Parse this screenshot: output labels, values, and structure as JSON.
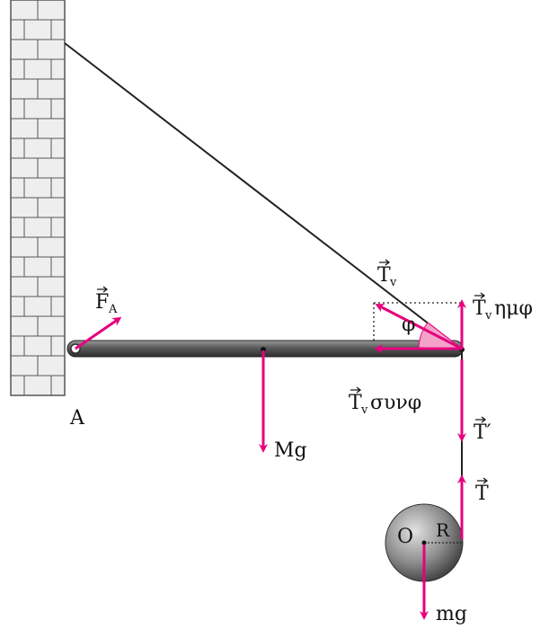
{
  "colors": {
    "force": "#e6007e",
    "angle_fill": "#f4a3c8",
    "rod_dark": "#3a3a3a",
    "rod_light": "#8a8a8a",
    "wall_fill": "#eeeeee",
    "wall_line": "#555555",
    "cable": "#222222",
    "ball_dark": "#505050",
    "ball_light": "#d8d8d8"
  },
  "labels": {
    "point_A": "A",
    "force_FA": "F",
    "force_FA_sub": "A",
    "tension_Tv": "T",
    "tension_Tv_sub": "v",
    "angle_phi": "φ",
    "component_vertical": "T",
    "component_vertical_sub": "v",
    "component_vertical_fn": "ημφ",
    "component_horizontal": "T",
    "component_horizontal_sub": "v",
    "component_horizontal_fn": "συνφ",
    "rod_weight": "Mg",
    "tension_T_prime": "T′",
    "tension_T": "T",
    "ball_center": "O",
    "ball_radius": "R",
    "ball_weight": "mg"
  }
}
